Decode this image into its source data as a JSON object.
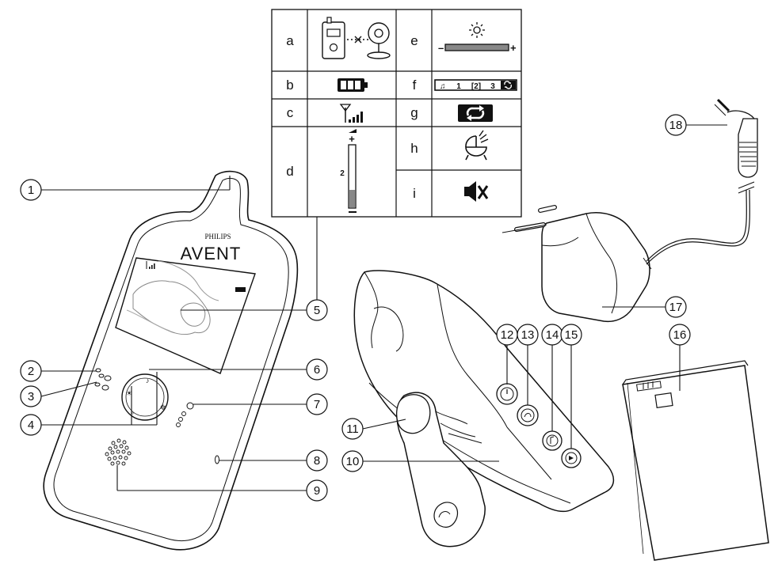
{
  "table": {
    "rows_left": [
      {
        "letter": "a",
        "icon": "link-icon"
      },
      {
        "letter": "b",
        "icon": "battery-icon"
      },
      {
        "letter": "c",
        "icon": "signal-icon"
      },
      {
        "letter": "d",
        "icon": "volume-bar-icon",
        "level_label": "2"
      }
    ],
    "rows_right": [
      {
        "letter": "e",
        "icon": "brightness-icon"
      },
      {
        "letter": "f",
        "icon": "lullaby-bar-icon",
        "items": [
          "1",
          "[2]",
          "3"
        ]
      },
      {
        "letter": "g",
        "icon": "repeat-icon"
      },
      {
        "letter": "h",
        "icon": "cot-icon"
      },
      {
        "letter": "i",
        "icon": "mute-icon"
      }
    ]
  },
  "device": {
    "brand_top": "PHILIPS",
    "brand_main": "AVENT"
  },
  "callouts": [
    "1",
    "2",
    "3",
    "4",
    "5",
    "6",
    "7",
    "8",
    "9",
    "10",
    "11",
    "12",
    "13",
    "14",
    "15",
    "16",
    "17",
    "18"
  ]
}
